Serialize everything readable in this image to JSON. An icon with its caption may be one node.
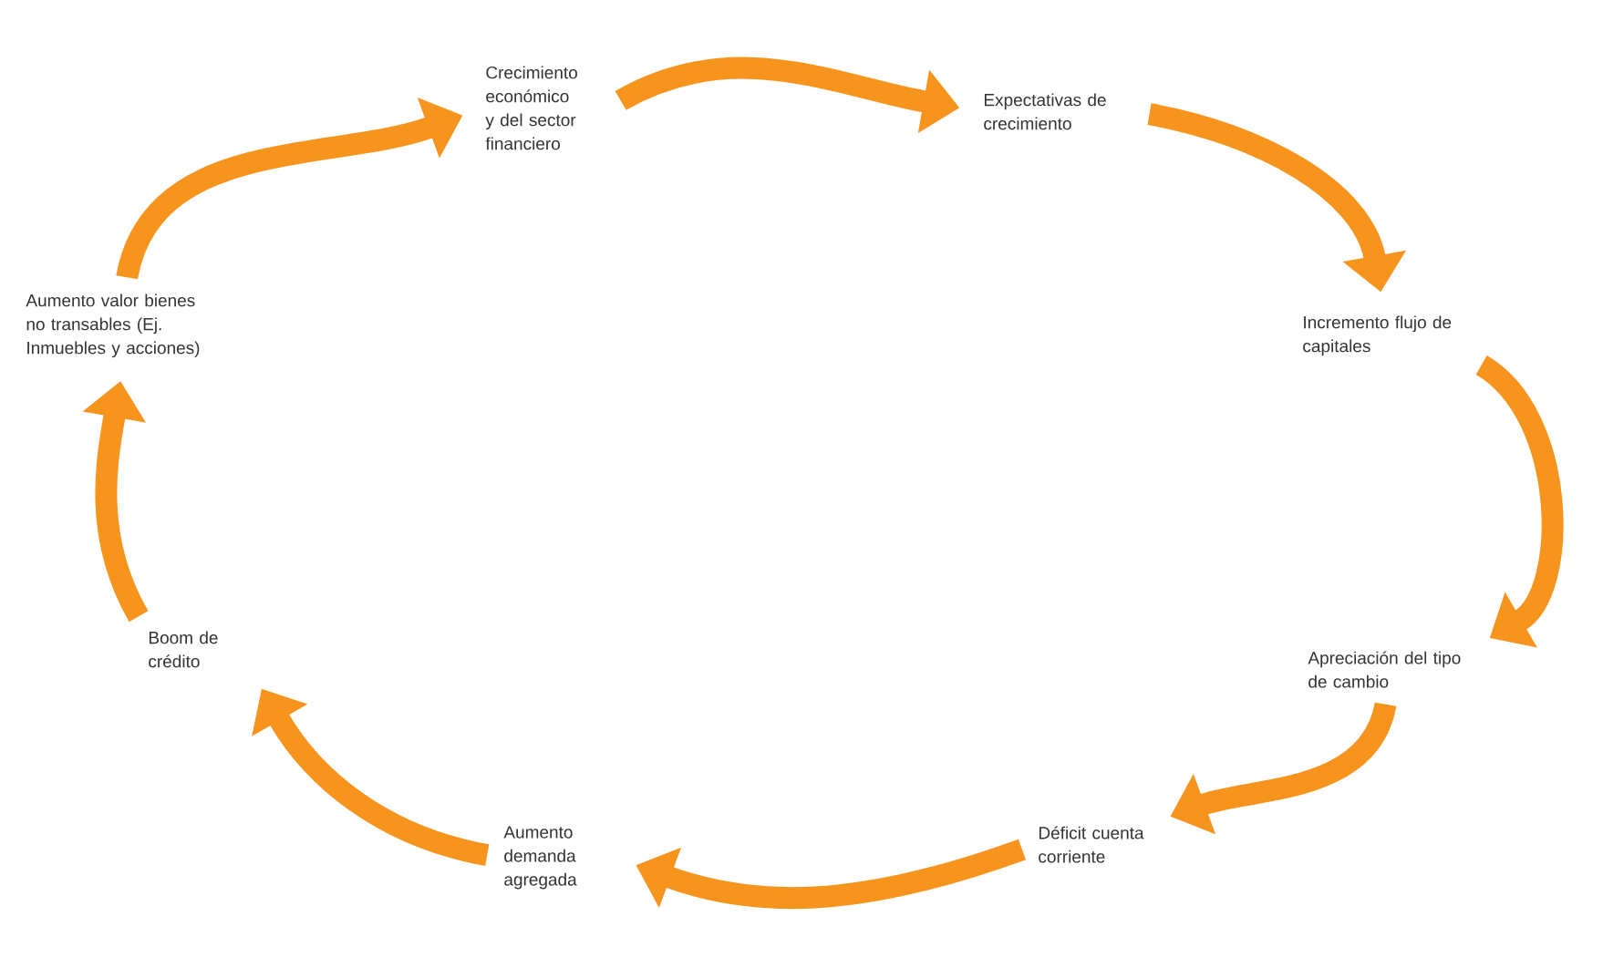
{
  "diagram": {
    "nodes": [
      {
        "text": [
          "Crecimiento económico y del sector financiero"
        ]
      },
      {
        "text": [
          "Expectativas de crecimiento"
        ]
      },
      {
        "text": [
          "Incremento flujo de capitales"
        ]
      },
      {
        "text": [
          "Apreciación del tipo de cambio"
        ]
      },
      {
        "text": [
          "Déficit cuenta corriente"
        ]
      },
      {
        "text": [
          "Aumento demanda agregada"
        ]
      },
      {
        "text": [
          "Boom de crédito"
        ]
      },
      {
        "text": [
          "Aumento valor bienes no transables (Ej. Inmuebles y acciones)"
        ]
      }
    ],
    "edges": [
      {
        "from": 0,
        "to": 1,
        "arrow": "to"
      },
      {
        "from": 1,
        "to": 2,
        "arrow": "to"
      },
      {
        "from": 2,
        "to": 3,
        "arrow": "to"
      },
      {
        "from": 3,
        "to": 4,
        "arrow": "to"
      },
      {
        "from": 4,
        "to": 5,
        "arrow": "to"
      },
      {
        "from": 5,
        "to": 6,
        "arrow": "to"
      },
      {
        "from": 6,
        "to": 7,
        "arrow": "to"
      },
      {
        "from": 7,
        "to": 0,
        "arrow": "to"
      }
    ]
  }
}
